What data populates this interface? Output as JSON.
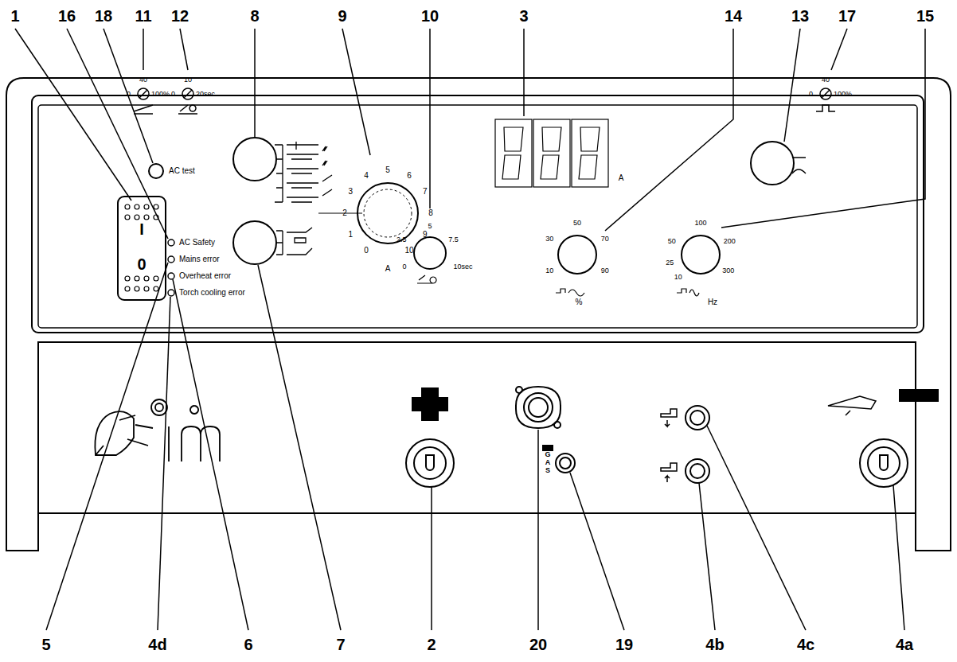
{
  "diagram": {
    "labels": [
      "1",
      "16",
      "18",
      "11",
      "12",
      "8",
      "9",
      "10",
      "3",
      "14",
      "13",
      "17",
      "15",
      "5",
      "4d",
      "6",
      "7",
      "2",
      "20",
      "19",
      "4b",
      "4c",
      "4a",
      "I",
      "0",
      "AC test",
      "AC Safety",
      "Mains error",
      "Overheat error",
      "Torch cooling error",
      "40",
      "0",
      "100%",
      "10",
      "0",
      "20sec",
      "40",
      "0",
      "100%",
      "0",
      "1",
      "2",
      "3",
      "4",
      "5",
      "6",
      "7",
      "8",
      "9",
      "10",
      "A",
      "A",
      "0",
      "2.5",
      "5",
      "7.5",
      "10sec",
      "10",
      "30",
      "50",
      "70",
      "90",
      "%",
      "10",
      "25",
      "50",
      "100",
      "200",
      "300",
      "Hz",
      "GAS"
    ]
  }
}
